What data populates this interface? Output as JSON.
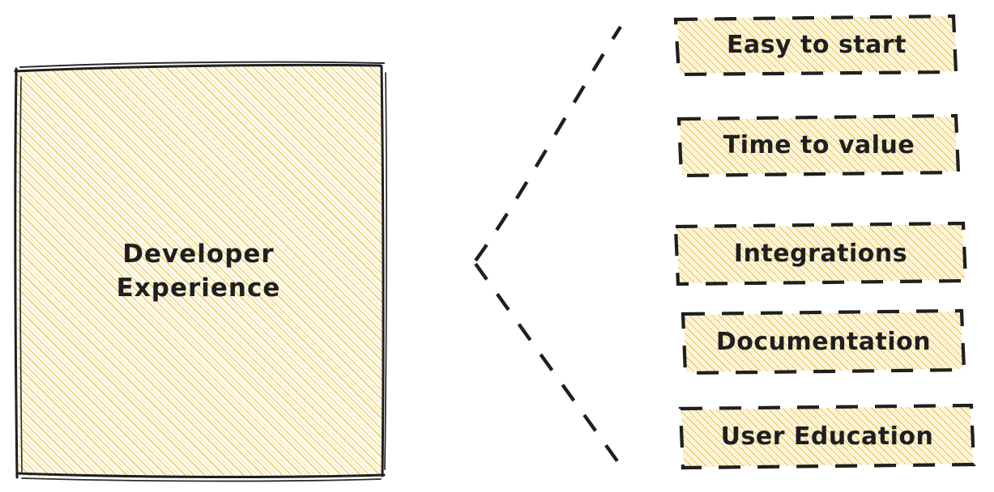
{
  "diagram": {
    "type": "mind-map",
    "title": "Developer Experience",
    "orientation": "left-to-right",
    "connector": {
      "name": "chevron-bracket",
      "style": "dashed",
      "color": "#1f1f1f"
    },
    "style": {
      "stroke_color": "#1f1f1f",
      "hatch_color": "#f2d471",
      "background": "#ffffff",
      "sketch": true
    },
    "main_node": {
      "label": "Developer\nExperience",
      "fill": "hatched-yellow",
      "border": "solid-sketch"
    },
    "leaf_nodes": [
      {
        "label": "Easy to start",
        "fill": "hatched-yellow",
        "border": "dashed-sketch"
      },
      {
        "label": "Time to value",
        "fill": "hatched-yellow",
        "border": "dashed-sketch"
      },
      {
        "label": "Integrations",
        "fill": "hatched-yellow",
        "border": "dashed-sketch"
      },
      {
        "label": "Documentation",
        "fill": "hatched-yellow",
        "border": "dashed-sketch"
      },
      {
        "label": "User Education",
        "fill": "hatched-yellow",
        "border": "dashed-sketch"
      }
    ]
  }
}
